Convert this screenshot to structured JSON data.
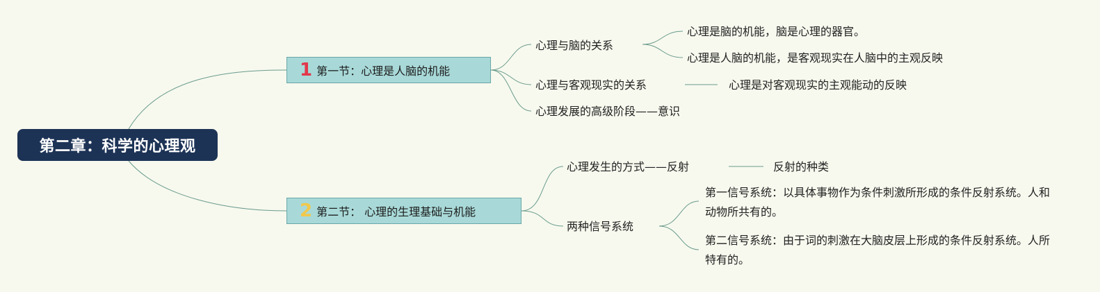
{
  "root": {
    "label": "第二章：科学的心理观"
  },
  "colors": {
    "root_bg": "#1d3356",
    "section_bg": "#a8d9d8",
    "number1": "#e2374b",
    "number2": "#f1c84b",
    "line": "#6a9a8c",
    "background": "#f7f9ee"
  },
  "section1": {
    "number": "1",
    "label": "第一节：心理是人脑的机能",
    "topic1": {
      "label": "心理与脑的关系",
      "items": [
        "心理是脑的机能，脑是心理的器官。",
        "心理是人脑的机能，是客观现实在人脑中的主观反映"
      ]
    },
    "topic2": {
      "label": "心理与客观现实的关系",
      "item": "心理是对客观现实的主观能动的反映"
    },
    "topic3": {
      "label": "心理发展的高级阶段——意识"
    }
  },
  "section2": {
    "number": "2",
    "label": "第二节： 心理的生理基础与机能",
    "topic1": {
      "label": "心理发生的方式——反射",
      "item": "反射的种类"
    },
    "topic2": {
      "label": "两种信号系统",
      "items": [
        "第一信号系统：以具体事物作为条件刺激所形成的条件反射系统。人和动物所共有的。",
        "第二信号系统：由于词的刺激在大脑皮层上形成的条件反射系统。人所特有的。"
      ]
    }
  }
}
